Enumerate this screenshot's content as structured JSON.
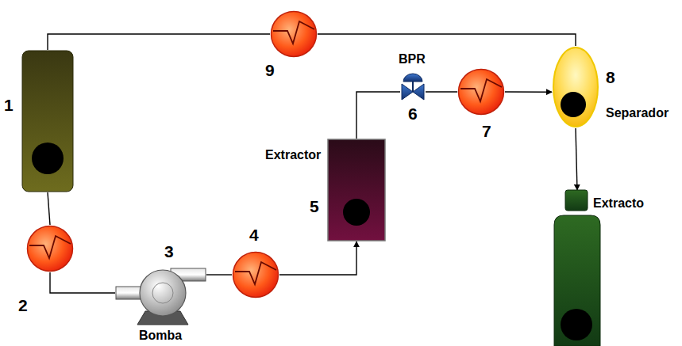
{
  "diagram": {
    "nodes": [
      {
        "text": [
          "1"
        ]
      },
      {
        "text": [
          "2"
        ]
      },
      {
        "text": [
          "3",
          "Bomba"
        ]
      },
      {
        "text": [
          "4"
        ]
      },
      {
        "text": [
          "Extractor",
          "5"
        ]
      },
      {
        "text": [
          "BPR",
          "6"
        ]
      },
      {
        "text": [
          "7"
        ]
      },
      {
        "text": [
          "8",
          "Separador"
        ]
      },
      {
        "text": [
          "9"
        ]
      },
      {
        "text": [
          "Extracto"
        ]
      }
    ],
    "edges": [
      {
        "from": 0,
        "to": 1,
        "arrow": "none"
      },
      {
        "from": 1,
        "to": 2,
        "arrow": "none"
      },
      {
        "from": 2,
        "to": 3,
        "arrow": "none"
      },
      {
        "from": 3,
        "to": 4,
        "arrow": "to"
      },
      {
        "from": 4,
        "to": 5,
        "arrow": "none"
      },
      {
        "from": 5,
        "to": 6,
        "arrow": "none"
      },
      {
        "from": 6,
        "to": 7,
        "arrow": "to"
      },
      {
        "from": 7,
        "to": 8,
        "arrow": "none"
      },
      {
        "from": 8,
        "to": 0,
        "arrow": "none"
      },
      {
        "from": 7,
        "to": 9,
        "arrow": "to"
      }
    ]
  }
}
